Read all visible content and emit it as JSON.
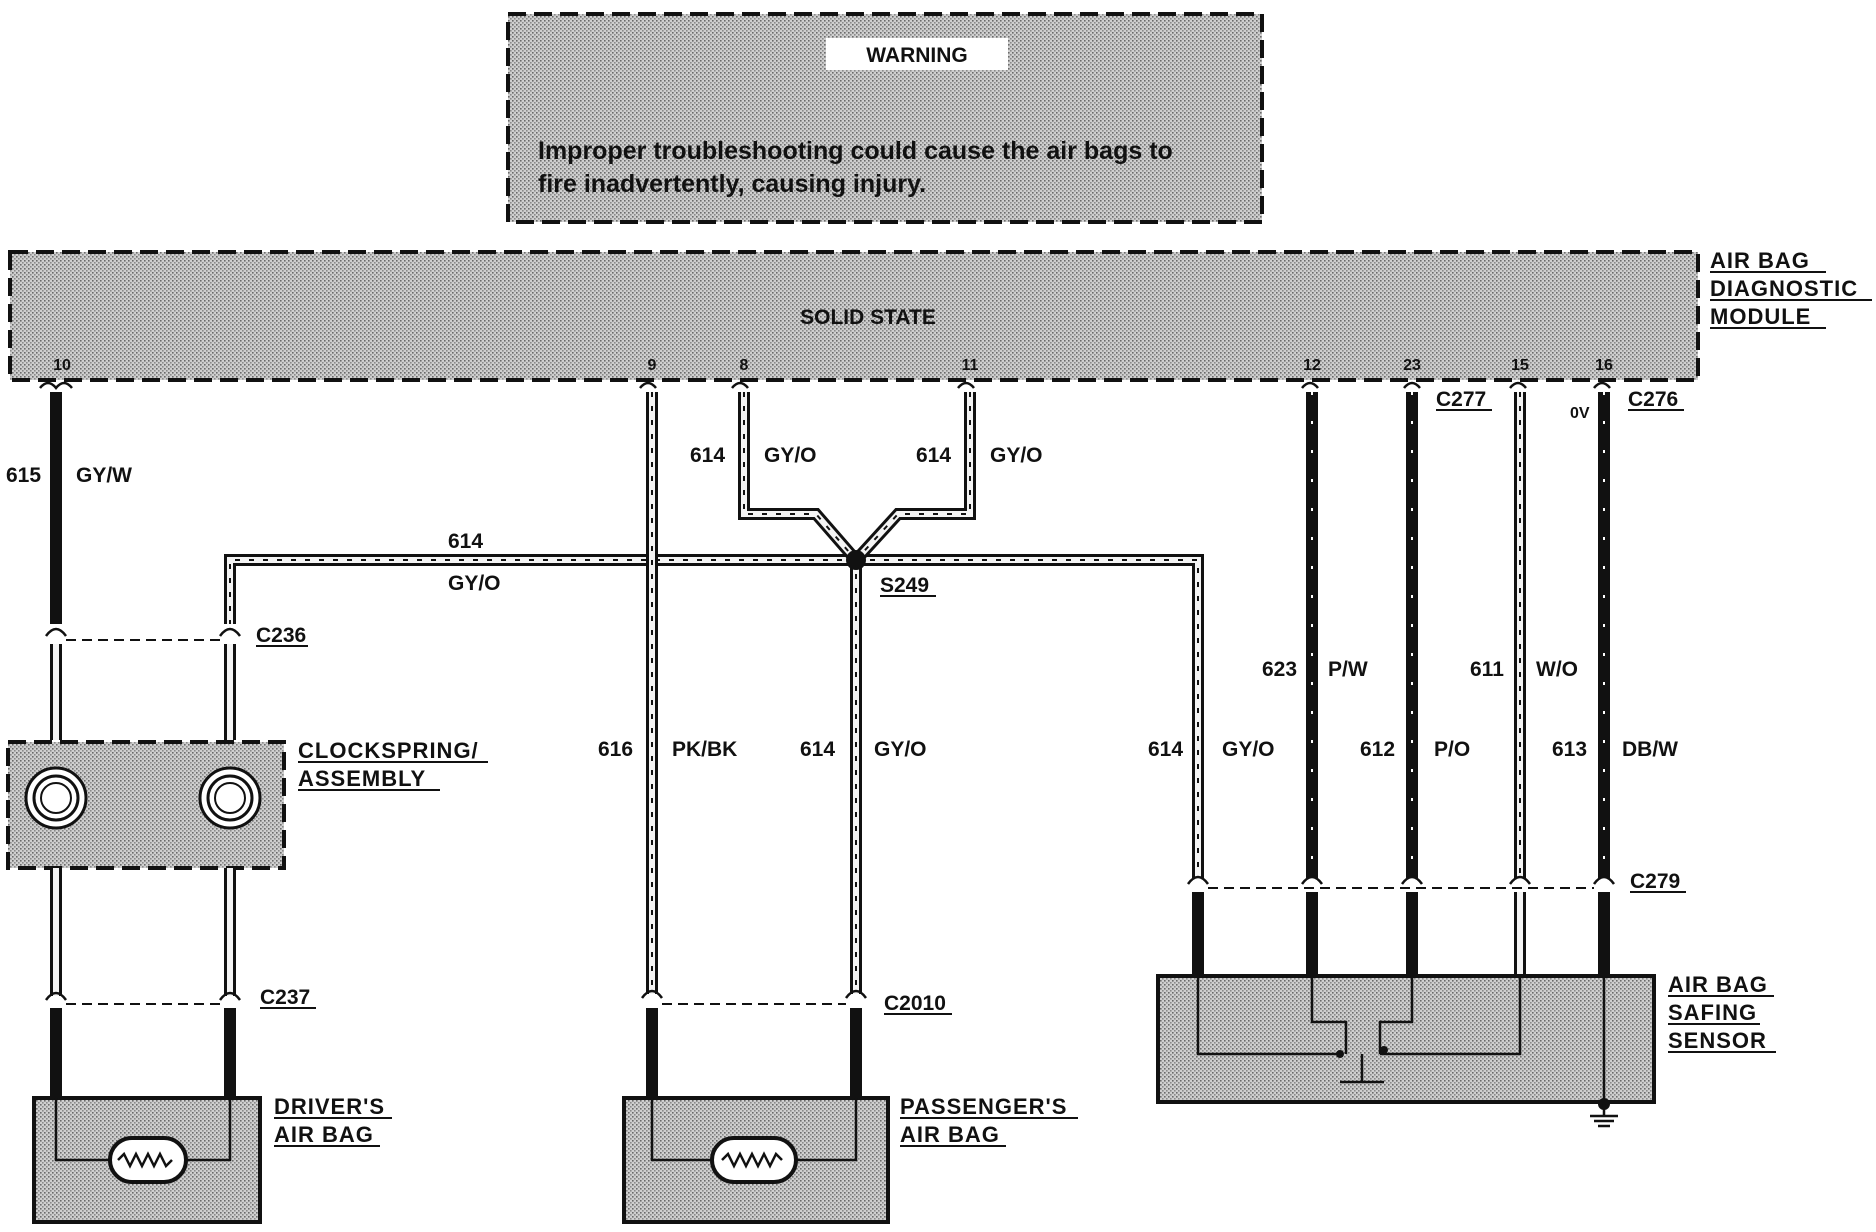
{
  "warning": {
    "title": "WARNING",
    "line1": "Improper troubleshooting could cause the air bags to",
    "line2": "fire inadvertently, causing injury."
  },
  "module": {
    "name_line1": "AIR BAG",
    "name_line2": "DIAGNOSTIC",
    "name_line3": "MODULE",
    "inner_label": "SOLID STATE",
    "pins": [
      "10",
      "9",
      "8",
      "11",
      "12",
      "23",
      "15",
      "16"
    ]
  },
  "connectors": {
    "c277": "C277",
    "c276": "C276",
    "c236": "C236",
    "c237": "C237",
    "c2010": "C2010",
    "c279": "C279",
    "s249": "S249",
    "zero_v": "0V"
  },
  "wires": {
    "w615": {
      "num": "615",
      "color": "GY/W"
    },
    "w614_a": {
      "num": "614",
      "color": "GY/O"
    },
    "w614_b": {
      "num": "614",
      "color": "GY/O"
    },
    "w614_h": {
      "num": "614",
      "color": "GY/O"
    },
    "w616": {
      "num": "616",
      "color": "PK/BK"
    },
    "w614_p": {
      "num": "614",
      "color": "GY/O"
    },
    "w614_r": {
      "num": "614",
      "color": "GY/O"
    },
    "w623": {
      "num": "623",
      "color": "P/W"
    },
    "w612": {
      "num": "612",
      "color": "P/O"
    },
    "w611": {
      "num": "611",
      "color": "W/O"
    },
    "w613": {
      "num": "613",
      "color": "DB/W"
    }
  },
  "components": {
    "clockspring_line1": "CLOCKSPRING/",
    "clockspring_line2": "ASSEMBLY",
    "driver_line1": "DRIVER'S",
    "driver_line2": "AIR BAG",
    "passenger_line1": "PASSENGER'S",
    "passenger_line2": "AIR BAG",
    "safing_line1": "AIR BAG",
    "safing_line2": "SAFING",
    "safing_line3": "SENSOR"
  }
}
